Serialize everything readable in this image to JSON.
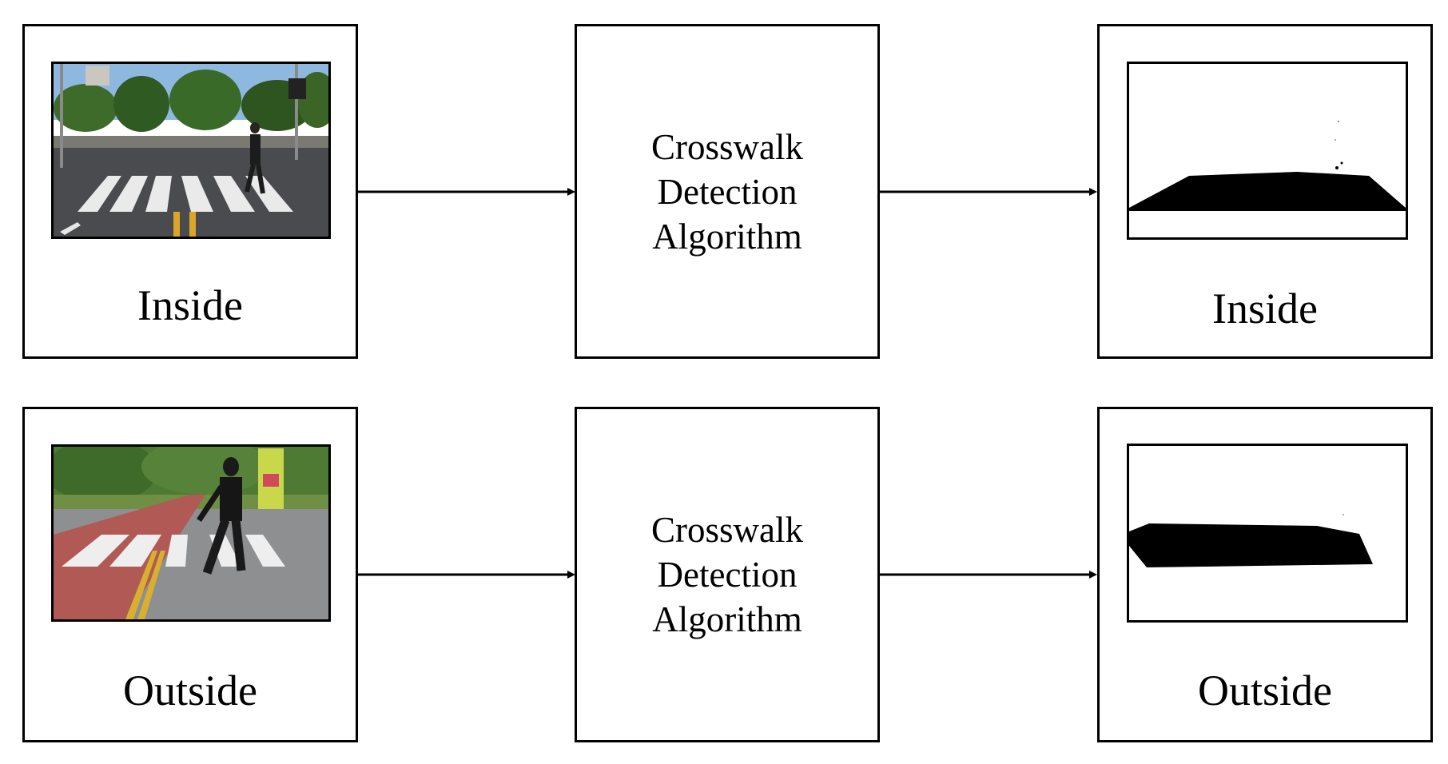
{
  "rows": [
    {
      "input_label": "Inside",
      "algorithm_lines": [
        "Crosswalk",
        "Detection",
        "Algorithm"
      ],
      "output_label": "Inside"
    },
    {
      "input_label": "Outside",
      "algorithm_lines": [
        "Crosswalk",
        "Detection",
        "Algorithm"
      ],
      "output_label": "Outside"
    }
  ]
}
